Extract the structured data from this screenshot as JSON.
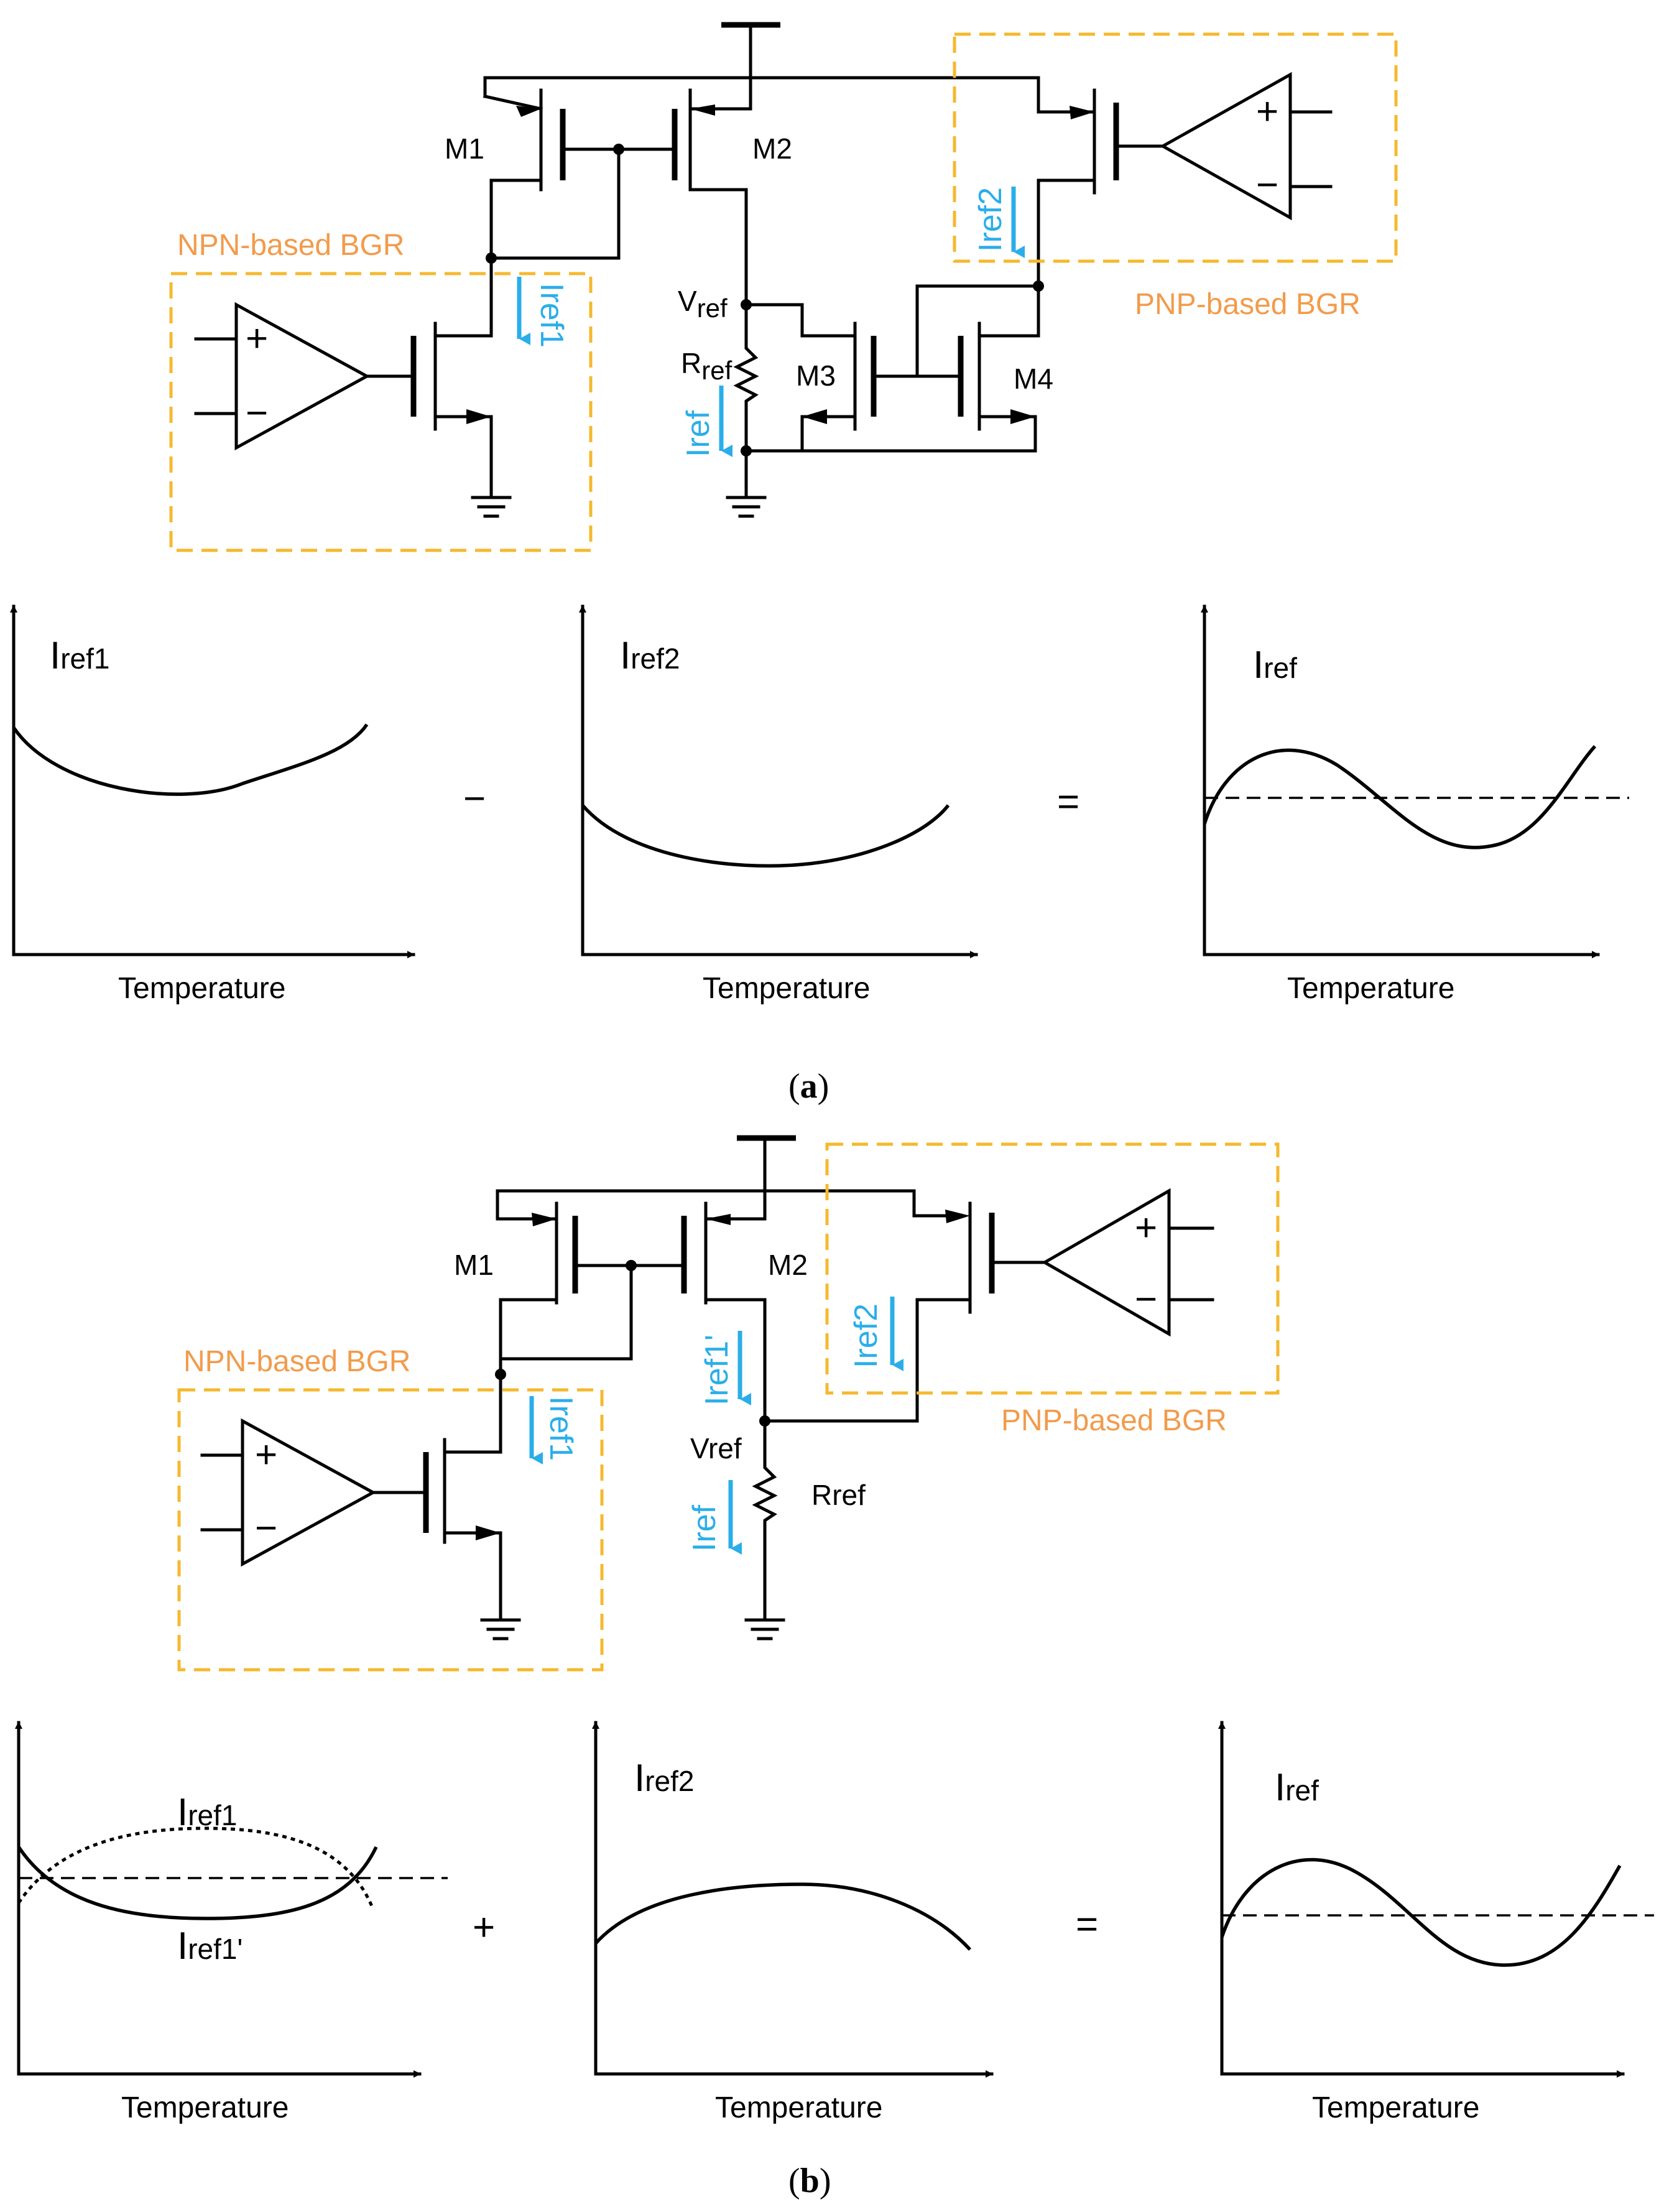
{
  "panel_a": {
    "transistors": {
      "m1": "M1",
      "m2": "M2",
      "m3": "M3",
      "m4": "M4"
    },
    "node_vref": "V",
    "node_vref_sub": "ref",
    "resistor": "R",
    "resistor_sub": "ref",
    "npn_box": "NPN-based BGR",
    "pnp_box": "PNP-based BGR",
    "current_ref1": "Iref1",
    "current_ref2": "Iref2",
    "current_ref": "Iref",
    "opamp_plus": "+",
    "opamp_minus": "−",
    "caption": "(a)",
    "caption_letter": "a"
  },
  "panel_b": {
    "transistors": {
      "m1": "M1",
      "m2": "M2"
    },
    "node_vref": "Vref",
    "resistor": "Rref",
    "npn_box": "NPN-based BGR",
    "pnp_box": "PNP-based BGR",
    "current_ref1": "Iref1",
    "current_ref1p": "Iref1'",
    "current_ref2": "Iref2",
    "current_ref": "Iref",
    "caption": "(b)",
    "caption_letter": "b"
  },
  "graphs": {
    "xlabel": "Temperature",
    "op_minus": "−",
    "op_plus": "+",
    "op_equals": "=",
    "label_I": "I",
    "sub_ref1": "ref1",
    "sub_ref1p": "ref1'",
    "sub_ref2": "ref2",
    "sub_ref": "ref"
  },
  "colors": {
    "current": "#2AAEE9",
    "box": "#F5B82E",
    "box_label": "#F29B4B"
  }
}
